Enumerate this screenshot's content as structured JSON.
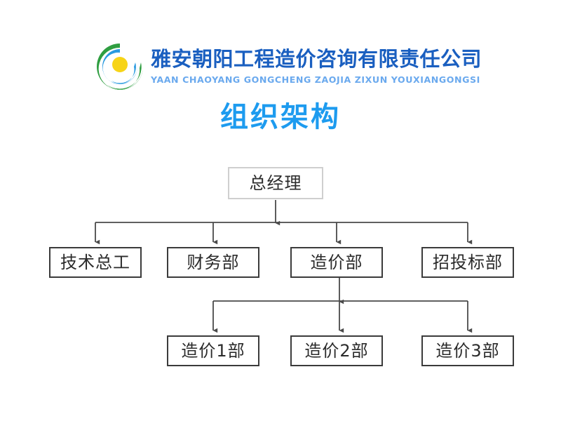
{
  "page": {
    "background_color": "#ffffff",
    "title": "组织架构"
  },
  "brand": {
    "logo_icon": "circular-swirl-logo",
    "name_cn": "雅安朝阳工程造价咨询有限责任公司",
    "name_en": "YAAN CHAOYANG GONGCHENG ZAOJIA ZIXUN YOUXIANGONGSI",
    "colors": {
      "name_cn": "#1a5fc0",
      "name_en": "#6aa9ee",
      "logo_green": "#2f9e41",
      "logo_blue": "#2a9ae0",
      "logo_yellow": "#f7d417"
    }
  },
  "title_color": "#1d9bef",
  "chart_data": {
    "type": "diagram",
    "subtype": "org-chart",
    "title": "组织架构",
    "orientation": "top-down",
    "connector_style": "elbow-with-arrowheads",
    "line_color": "#4a4a4a",
    "levels": [
      {
        "level": 1,
        "nodes": [
          {
            "id": "gm",
            "label": "总经理",
            "border_color": "#cfcfcf"
          }
        ]
      },
      {
        "level": 2,
        "nodes": [
          {
            "id": "tech",
            "label": "技术总工",
            "border_color": "#3b3b3b",
            "parent": "gm"
          },
          {
            "id": "finance",
            "label": "财务部",
            "border_color": "#3b3b3b",
            "parent": "gm"
          },
          {
            "id": "cost",
            "label": "造价部",
            "border_color": "#3b3b3b",
            "parent": "gm"
          },
          {
            "id": "bidding",
            "label": "招投标部",
            "border_color": "#3b3b3b",
            "parent": "gm"
          }
        ]
      },
      {
        "level": 3,
        "nodes": [
          {
            "id": "cost1",
            "label": "造价1部",
            "border_color": "#3b3b3b",
            "parent": "cost"
          },
          {
            "id": "cost2",
            "label": "造价2部",
            "border_color": "#3b3b3b",
            "parent": "cost"
          },
          {
            "id": "cost3",
            "label": "造价3部",
            "border_color": "#3b3b3b",
            "parent": "cost"
          }
        ]
      }
    ]
  }
}
